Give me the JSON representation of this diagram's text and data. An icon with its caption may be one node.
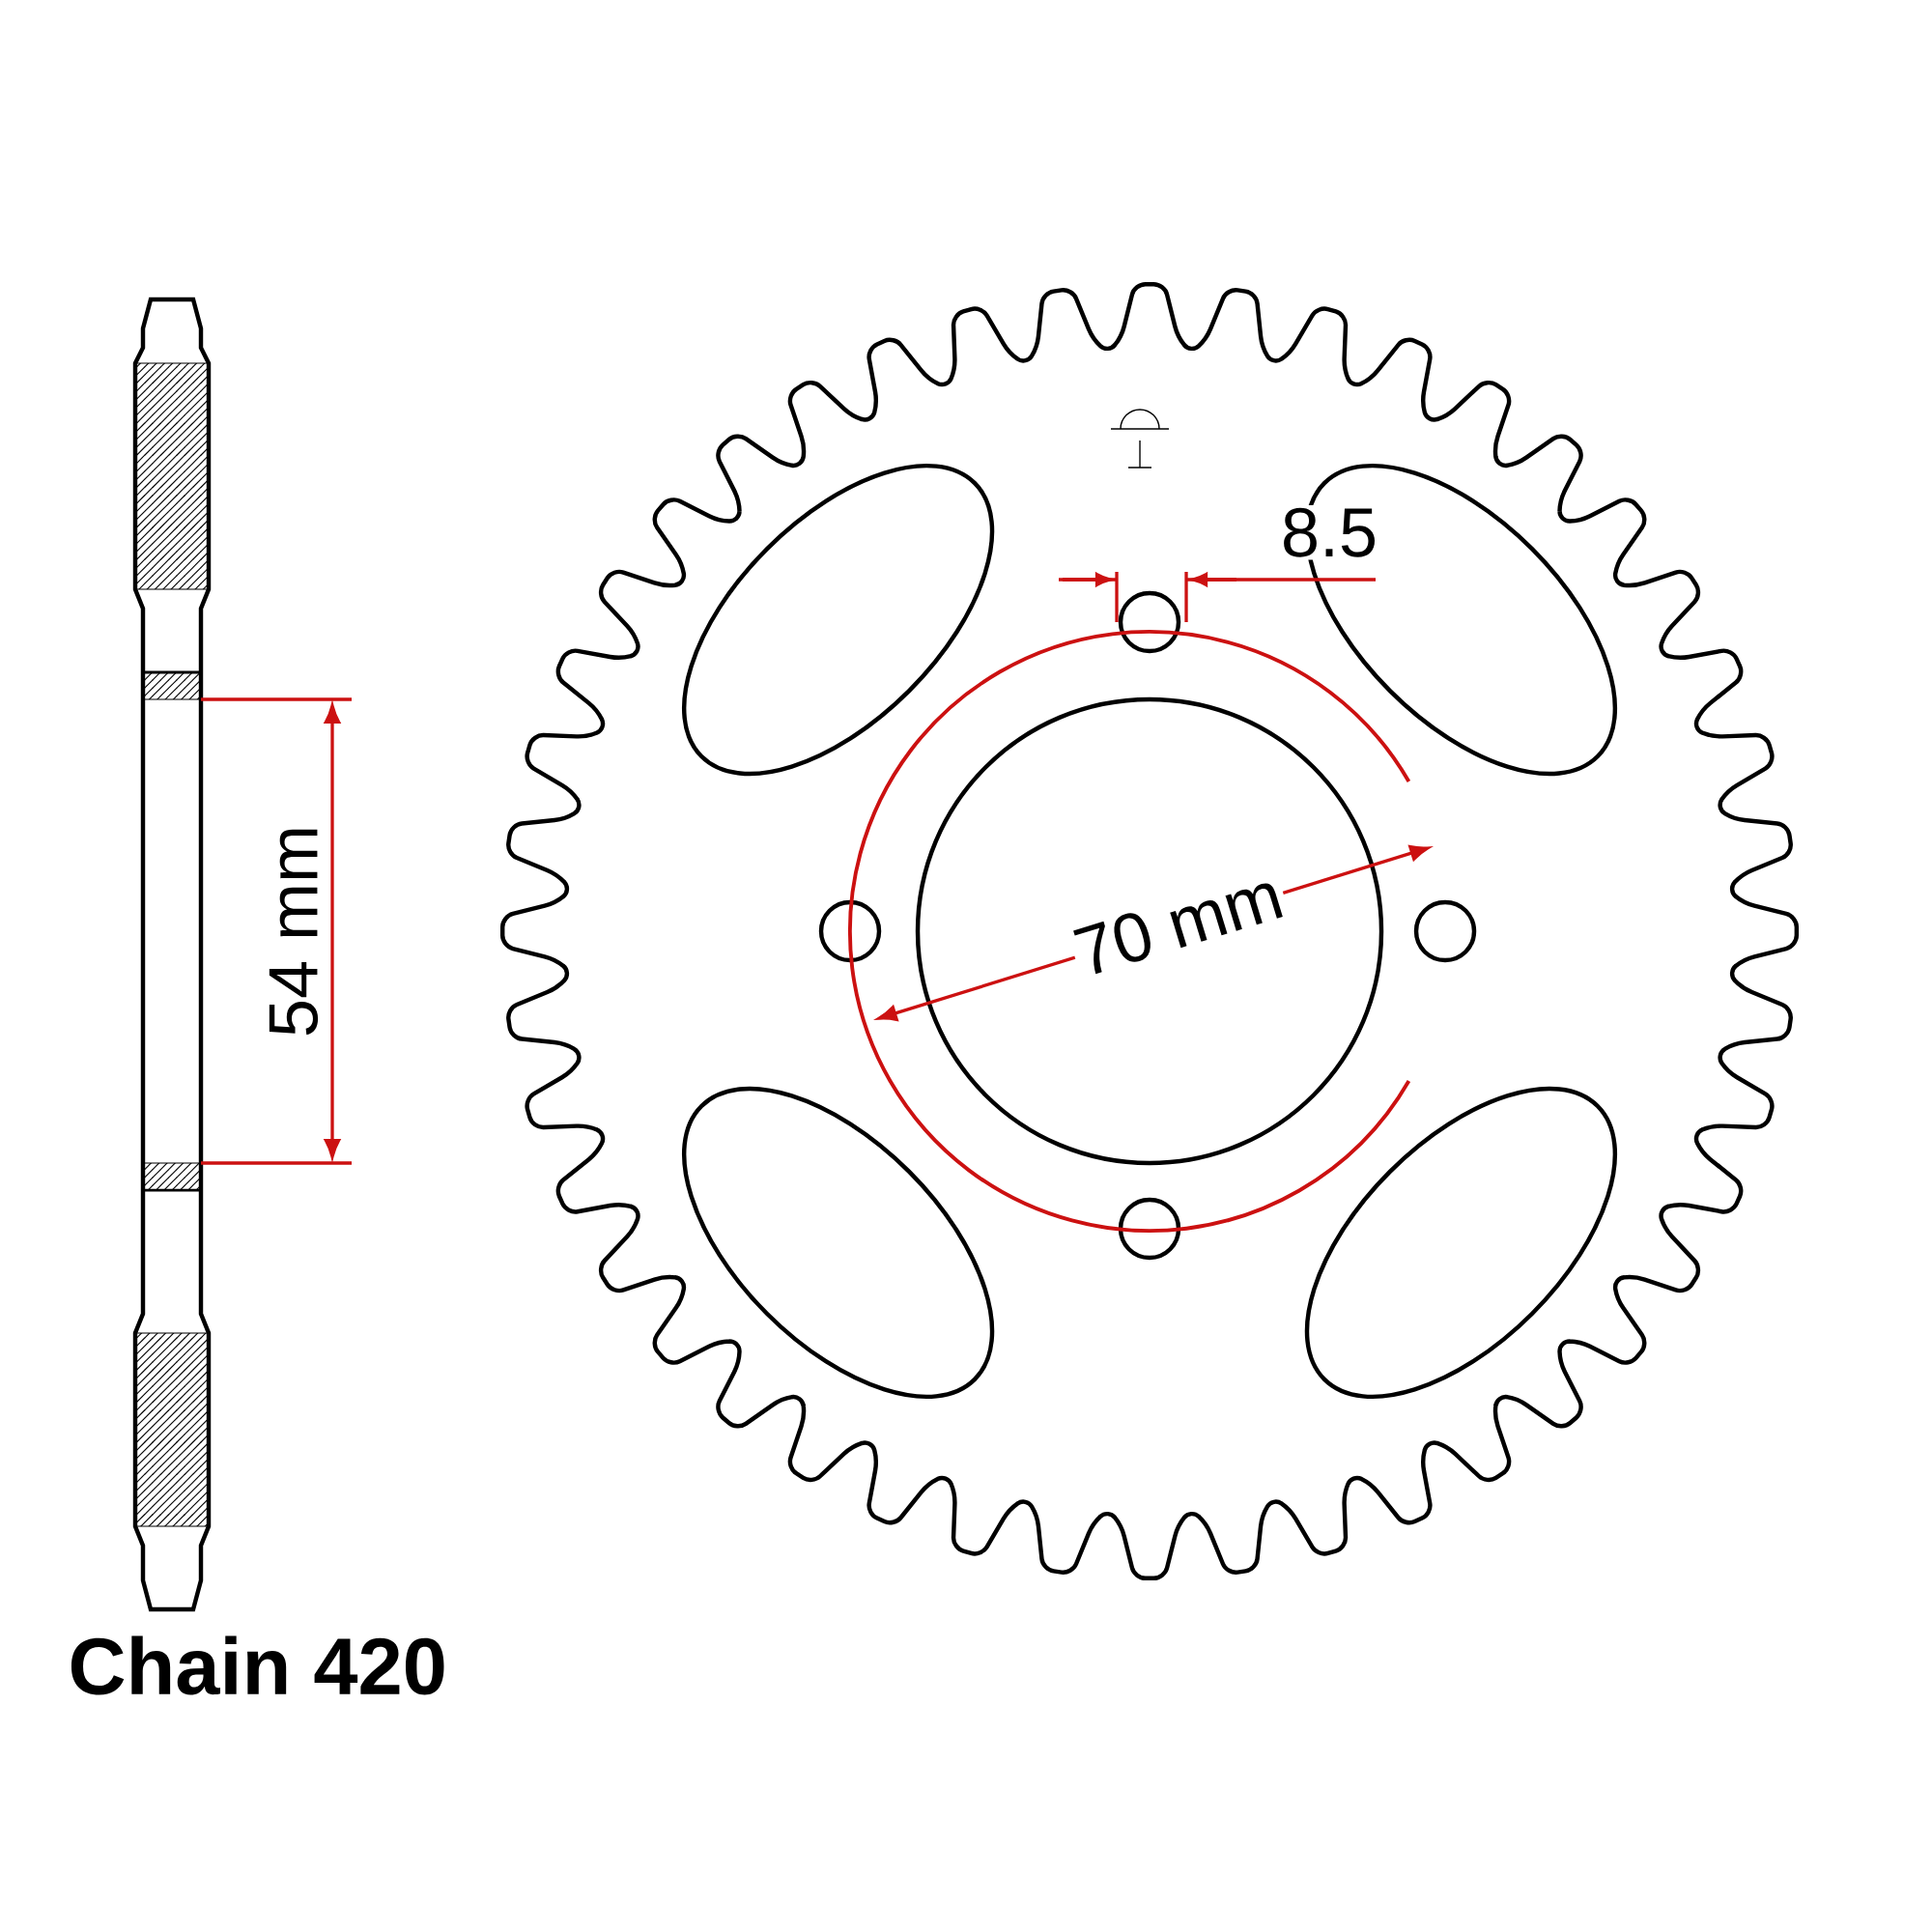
{
  "diagram": {
    "labels": [
      "8.5",
      "70 mm",
      "54 mm",
      "Chain 420"
    ]
  }
}
